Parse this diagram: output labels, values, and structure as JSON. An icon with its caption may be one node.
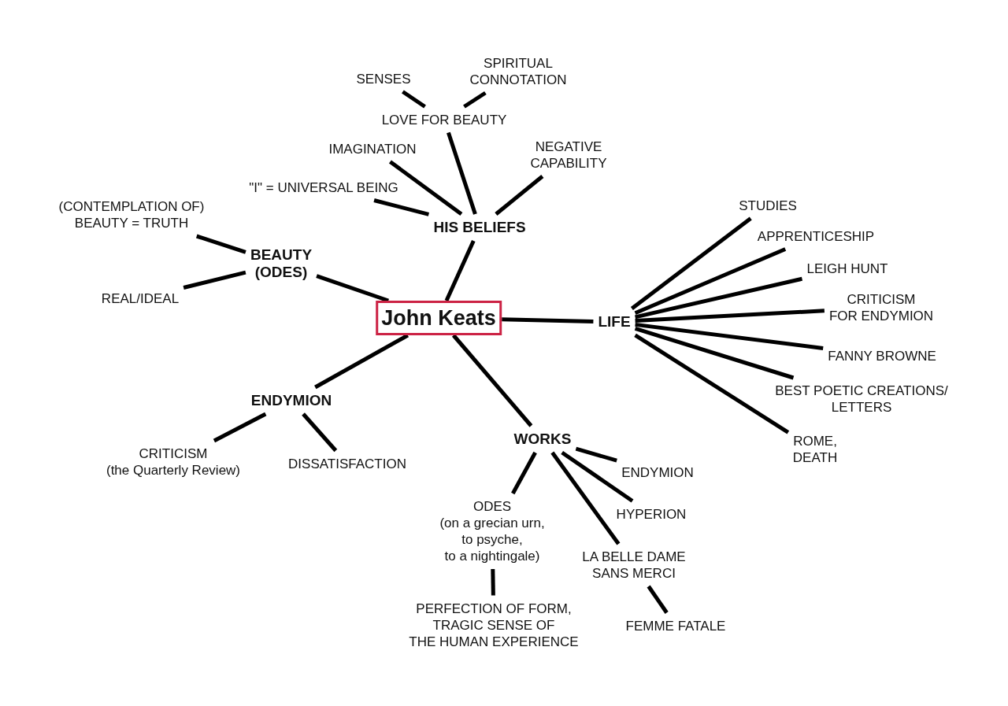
{
  "diagram": {
    "nodes": [
      {
        "text": [
          "John Keats"
        ]
      },
      {
        "text": [
          "HIS BELIEFS"
        ]
      },
      {
        "text": [
          "LOVE FOR BEAUTY"
        ]
      },
      {
        "text": [
          "SENSES"
        ]
      },
      {
        "text": [
          "SPIRITUAL CONNOTATION"
        ]
      },
      {
        "text": [
          "IMAGINATION"
        ]
      },
      {
        "text": [
          "NEGATIVE CAPABILITY"
        ]
      },
      {
        "text": [
          "\"I\" = UNIVERSAL BEING"
        ]
      },
      {
        "text": [
          "BEAUTY (ODES)"
        ]
      },
      {
        "text": [
          "(CONTEMPLATION OF) BEAUTY = TRUTH"
        ]
      },
      {
        "text": [
          "REAL/IDEAL"
        ]
      },
      {
        "text": [
          "LIFE"
        ]
      },
      {
        "text": [
          "STUDIES"
        ]
      },
      {
        "text": [
          "APPRENTICESHIP"
        ]
      },
      {
        "text": [
          "LEIGH HUNT"
        ]
      },
      {
        "text": [
          "CRITICISM FOR ENDYMION"
        ]
      },
      {
        "text": [
          "FANNY BROWNE"
        ]
      },
      {
        "text": [
          "BEST POETIC CREATIONS/ LETTERS"
        ]
      },
      {
        "text": [
          "ROME, DEATH"
        ]
      },
      {
        "text": [
          "ENDYMION"
        ]
      },
      {
        "text": [
          "CRITICISM (the Quarterly Review)"
        ]
      },
      {
        "text": [
          "DISSATISFACTION"
        ]
      },
      {
        "text": [
          "WORKS"
        ]
      },
      {
        "text": [
          "ENDYMION"
        ]
      },
      {
        "text": [
          "HYPERION"
        ]
      },
      {
        "text": [
          "LA BELLE DAME SANS MERCI"
        ]
      },
      {
        "text": [
          "FEMME FATALE"
        ]
      },
      {
        "text": [
          "ODES (on a grecian urn, to psyche, to a nightingale)"
        ]
      },
      {
        "text": [
          "PERFECTION OF FORM, TRAGIC SENSE OF THE HUMAN EXPERIENCE"
        ]
      }
    ],
    "edges": [
      {
        "from": 0,
        "to": 1,
        "arrow": "none"
      },
      {
        "from": 1,
        "to": 2,
        "arrow": "none"
      },
      {
        "from": 2,
        "to": 3,
        "arrow": "none"
      },
      {
        "from": 2,
        "to": 4,
        "arrow": "none"
      },
      {
        "from": 1,
        "to": 5,
        "arrow": "none"
      },
      {
        "from": 1,
        "to": 6,
        "arrow": "none"
      },
      {
        "from": 1,
        "to": 7,
        "arrow": "none"
      },
      {
        "from": 0,
        "to": 8,
        "arrow": "none"
      },
      {
        "from": 8,
        "to": 9,
        "arrow": "none"
      },
      {
        "from": 8,
        "to": 10,
        "arrow": "none"
      },
      {
        "from": 0,
        "to": 11,
        "arrow": "none"
      },
      {
        "from": 11,
        "to": 12,
        "arrow": "none"
      },
      {
        "from": 11,
        "to": 13,
        "arrow": "none"
      },
      {
        "from": 11,
        "to": 14,
        "arrow": "none"
      },
      {
        "from": 11,
        "to": 15,
        "arrow": "none"
      },
      {
        "from": 11,
        "to": 16,
        "arrow": "none"
      },
      {
        "from": 11,
        "to": 17,
        "arrow": "none"
      },
      {
        "from": 11,
        "to": 18,
        "arrow": "none"
      },
      {
        "from": 0,
        "to": 19,
        "arrow": "none"
      },
      {
        "from": 19,
        "to": 20,
        "arrow": "none"
      },
      {
        "from": 19,
        "to": 21,
        "arrow": "none"
      },
      {
        "from": 0,
        "to": 22,
        "arrow": "none"
      },
      {
        "from": 22,
        "to": 23,
        "arrow": "none"
      },
      {
        "from": 22,
        "to": 24,
        "arrow": "none"
      },
      {
        "from": 22,
        "to": 25,
        "arrow": "none"
      },
      {
        "from": 25,
        "to": 26,
        "arrow": "none"
      },
      {
        "from": 22,
        "to": 27,
        "arrow": "none"
      },
      {
        "from": 27,
        "to": 28,
        "arrow": "none"
      }
    ]
  }
}
